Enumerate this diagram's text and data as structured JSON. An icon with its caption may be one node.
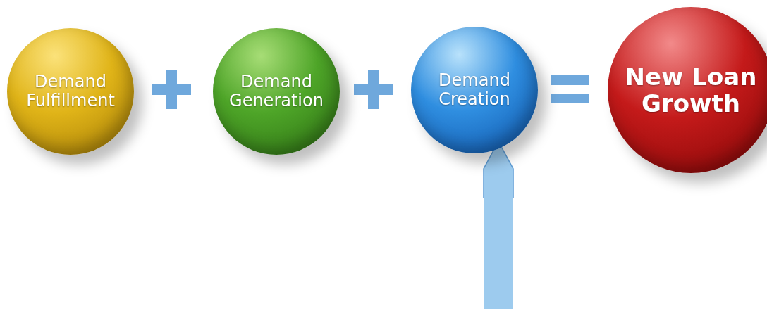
{
  "diagram": {
    "nodes": [
      {
        "text": [
          "Demand Fulfillment"
        ]
      },
      {
        "text": [
          "Demand Generation"
        ]
      },
      {
        "text": [
          "Demand Creation"
        ]
      },
      {
        "text": [
          "New Loan Growth"
        ]
      }
    ],
    "edges": [
      {
        "from": null,
        "to": 2,
        "arrow": "to"
      }
    ]
  }
}
